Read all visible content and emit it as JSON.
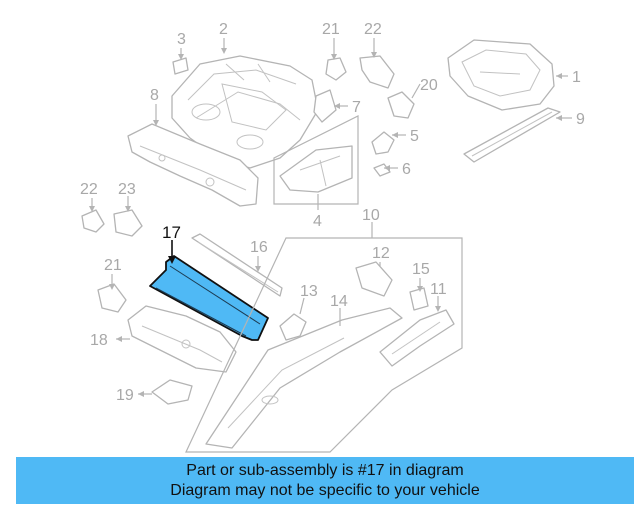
{
  "diagram": {
    "callouts": [
      {
        "id": "1",
        "label": "1"
      },
      {
        "id": "2",
        "label": "2"
      },
      {
        "id": "3",
        "label": "3"
      },
      {
        "id": "4",
        "label": "4"
      },
      {
        "id": "5",
        "label": "5"
      },
      {
        "id": "6",
        "label": "6"
      },
      {
        "id": "7",
        "label": "7"
      },
      {
        "id": "8",
        "label": "8"
      },
      {
        "id": "9",
        "label": "9"
      },
      {
        "id": "10",
        "label": "10"
      },
      {
        "id": "11",
        "label": "11"
      },
      {
        "id": "12",
        "label": "12"
      },
      {
        "id": "13",
        "label": "13"
      },
      {
        "id": "14",
        "label": "14"
      },
      {
        "id": "15",
        "label": "15"
      },
      {
        "id": "16",
        "label": "16"
      },
      {
        "id": "17",
        "label": "17"
      },
      {
        "id": "18",
        "label": "18"
      },
      {
        "id": "19",
        "label": "19"
      },
      {
        "id": "20",
        "label": "20"
      },
      {
        "id": "21a",
        "label": "21"
      },
      {
        "id": "21b",
        "label": "21"
      },
      {
        "id": "22a",
        "label": "22"
      },
      {
        "id": "22b",
        "label": "22"
      },
      {
        "id": "23",
        "label": "23"
      }
    ],
    "highlighted_part": "17",
    "colors": {
      "highlight": "#4fb9f5",
      "line": "#b4b4b4",
      "banner": "#4fb9f5"
    }
  },
  "banner": {
    "line1": "Part or sub-assembly is #17 in diagram",
    "line2": "Diagram may not be specific to your vehicle"
  }
}
